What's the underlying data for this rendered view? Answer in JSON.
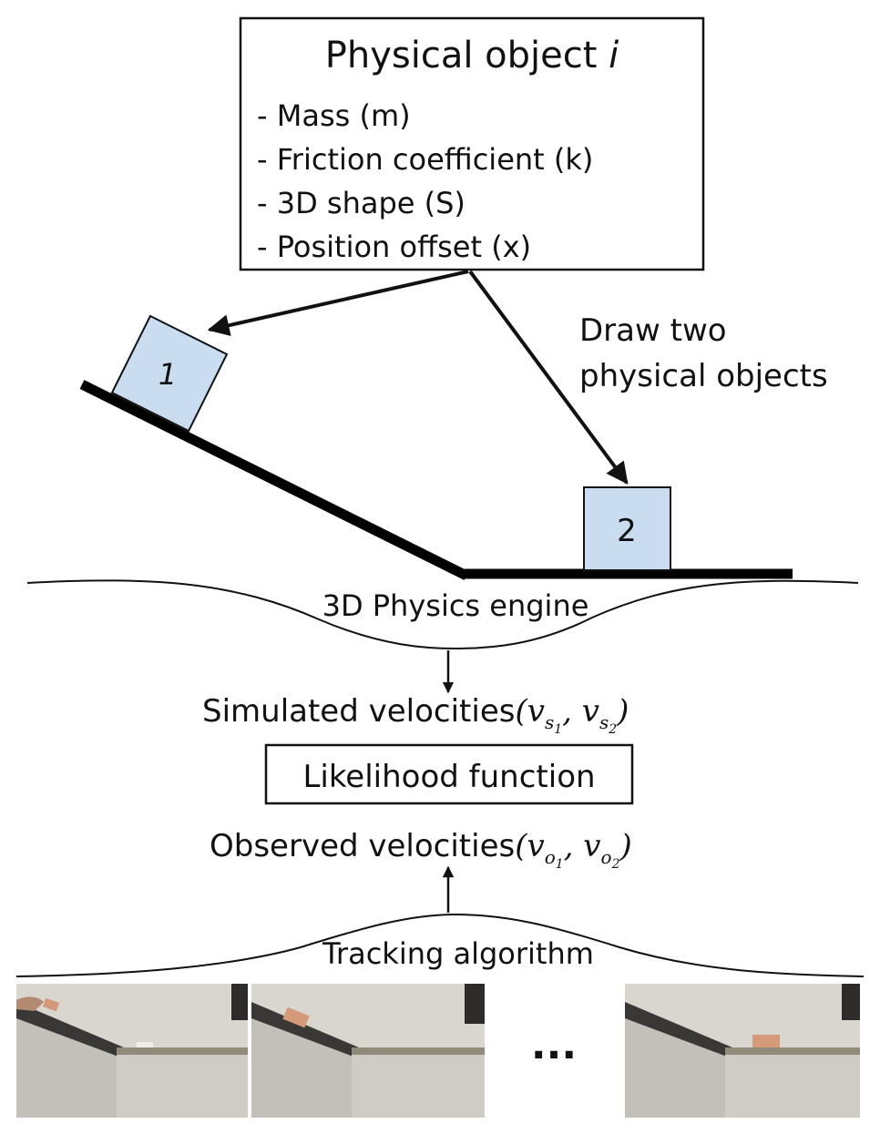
{
  "object_box": {
    "title_prefix": "Physical object ",
    "title_var": "i",
    "properties": [
      "- Mass (m)",
      "- Friction coefficient (k)",
      "- 3D shape (S)",
      "- Position offset (x)"
    ]
  },
  "draw_label_line1": "Draw two",
  "draw_label_line2": "physical objects",
  "blocks": {
    "block1": "1",
    "block2": "2"
  },
  "engine_label": "3D Physics engine",
  "simulated": {
    "label": "Simulated velocities",
    "v1": "v",
    "v1_sub": "s",
    "v1_subsub": "1",
    "v2": "v",
    "v2_sub": "s",
    "v2_subsub": "2"
  },
  "likelihood_label": "Likelihood function",
  "observed": {
    "label": "Observed velocities",
    "v1": "v",
    "v1_sub": "o",
    "v1_subsub": "1",
    "v2": "v",
    "v2_sub": "o",
    "v2_subsub": "2"
  },
  "tracking_label": "Tracking algorithm",
  "ellipsis": "...",
  "colors": {
    "block_fill": "#c9dcf0",
    "ink": "#111111"
  }
}
